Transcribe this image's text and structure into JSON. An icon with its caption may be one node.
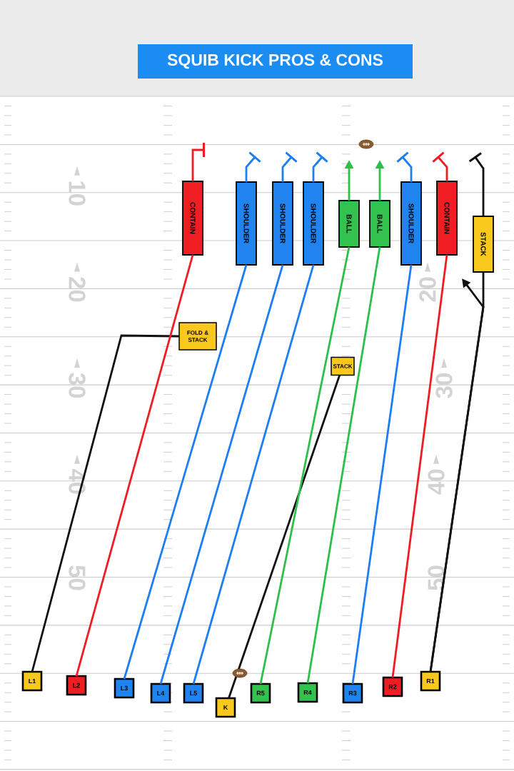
{
  "diagram": {
    "title": "SQUIB KICK PROS & CONS",
    "nodes": [
      {
        "text": [
          "CONTAIN"
        ]
      },
      {
        "text": [
          "SHOULDER"
        ]
      },
      {
        "text": [
          "SHOULDER"
        ]
      },
      {
        "text": [
          "SHOULDER"
        ]
      },
      {
        "text": [
          "BALL"
        ]
      },
      {
        "text": [
          "BALL"
        ]
      },
      {
        "text": [
          "SHOULDER"
        ]
      },
      {
        "text": [
          "CONTAIN"
        ]
      },
      {
        "text": [
          "STACK"
        ]
      },
      {
        "text": [
          "FOLD & STACK"
        ]
      },
      {
        "text": [
          "STACK"
        ]
      },
      {
        "text": [
          "L1"
        ]
      },
      {
        "text": [
          "L2"
        ]
      },
      {
        "text": [
          "L3"
        ]
      },
      {
        "text": [
          "L4"
        ]
      },
      {
        "text": [
          "L5"
        ]
      },
      {
        "text": [
          "K"
        ]
      },
      {
        "text": [
          "R5"
        ]
      },
      {
        "text": [
          "R4"
        ]
      },
      {
        "text": [
          "R3"
        ]
      },
      {
        "text": [
          "R2"
        ]
      },
      {
        "text": [
          "R1"
        ]
      }
    ],
    "edges": [
      {
        "from": 11,
        "to": 9,
        "arrow": "none",
        "color": "#111111"
      },
      {
        "from": 12,
        "to": 0,
        "arrow": "none",
        "color": "#EE1D23"
      },
      {
        "from": 13,
        "to": 1,
        "arrow": "none"
      },
      {
        "from": 14,
        "to": 2,
        "arrow": "none"
      },
      {
        "from": 15,
        "to": 3,
        "arrow": "none"
      },
      {
        "from": 16,
        "to": 10,
        "arrow": "none",
        "color": "#111111"
      },
      {
        "from": 17,
        "to": 4,
        "arrow": "none",
        "color": "#2EBF4B"
      },
      {
        "from": 18,
        "to": 5,
        "arrow": "none",
        "color": "#2EBF4B"
      },
      {
        "from": 19,
        "to": 6,
        "arrow": "none"
      },
      {
        "from": 20,
        "to": 7,
        "arrow": "none",
        "color": "#EE1D23"
      },
      {
        "from": 21,
        "to": 8,
        "arrow": "none",
        "color": "#111111"
      },
      {
        "from": 21,
        "to": null,
        "arrow": "to",
        "color": "#111111"
      },
      {
        "from": 0,
        "to": null,
        "arrow": "other",
        "color": "#EE1D23"
      },
      {
        "from": 1,
        "to": null,
        "arrow": "other"
      },
      {
        "from": 2,
        "to": null,
        "arrow": "other"
      },
      {
        "from": 3,
        "to": null,
        "arrow": "other"
      },
      {
        "from": 4,
        "to": null,
        "arrow": "to",
        "color": "#2EBF4B"
      },
      {
        "from": 5,
        "to": null,
        "arrow": "to",
        "color": "#2EBF4B"
      },
      {
        "from": 6,
        "to": null,
        "arrow": "other"
      },
      {
        "from": 7,
        "to": null,
        "arrow": "other",
        "color": "#EE1D23"
      },
      {
        "from": 8,
        "to": null,
        "arrow": "other",
        "color": "#111111"
      }
    ],
    "labels": [
      "10",
      "20",
      "20",
      "30",
      "30",
      "40",
      "40",
      "50",
      "50"
    ]
  }
}
